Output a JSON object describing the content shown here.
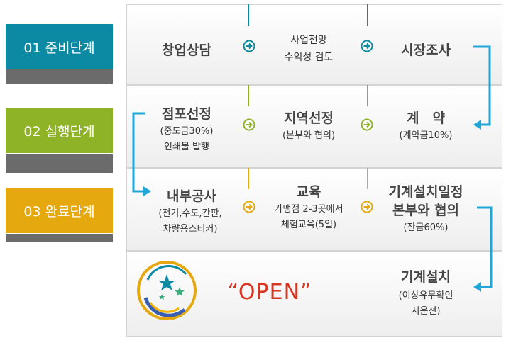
{
  "stages": [
    {
      "label": "01 준비단계",
      "color": "#0d8aa3"
    },
    {
      "label": "02 실행단계",
      "color": "#8fb327"
    },
    {
      "label": "03 완료단계",
      "color": "#e5a90f"
    }
  ],
  "row1": {
    "a": "창업상담",
    "b1": "사업전망",
    "b2": "수익성 검토",
    "c": "시장조사"
  },
  "row2": {
    "a": "점포선정",
    "a1": "(중도금30%)",
    "a2": "인쇄물 발행",
    "b": "지역선정",
    "b1": "(본부와 협의)",
    "c": "계　약",
    "c1": "(계약금10%)"
  },
  "row3": {
    "a": "내부공사",
    "a1": "(전기,수도,간판,",
    "a2": "차량용스티커)",
    "b": "교육",
    "b1": "가맹점 2-3곳에서",
    "b2": "체험교육(5일)",
    "c": "기계설치일정",
    "c1": "본부와 협의",
    "c2": "(잔금60%)"
  },
  "row4": {
    "open": "“OPEN”",
    "c": "기계설치",
    "c1": "(이상유무확인",
    "c2": "시운전)"
  },
  "colors": {
    "teal": "#0d8aa3",
    "green": "#8fb327",
    "orange": "#e5a90f",
    "flow": "#1fa7d8",
    "open_red": "#d9361f"
  }
}
